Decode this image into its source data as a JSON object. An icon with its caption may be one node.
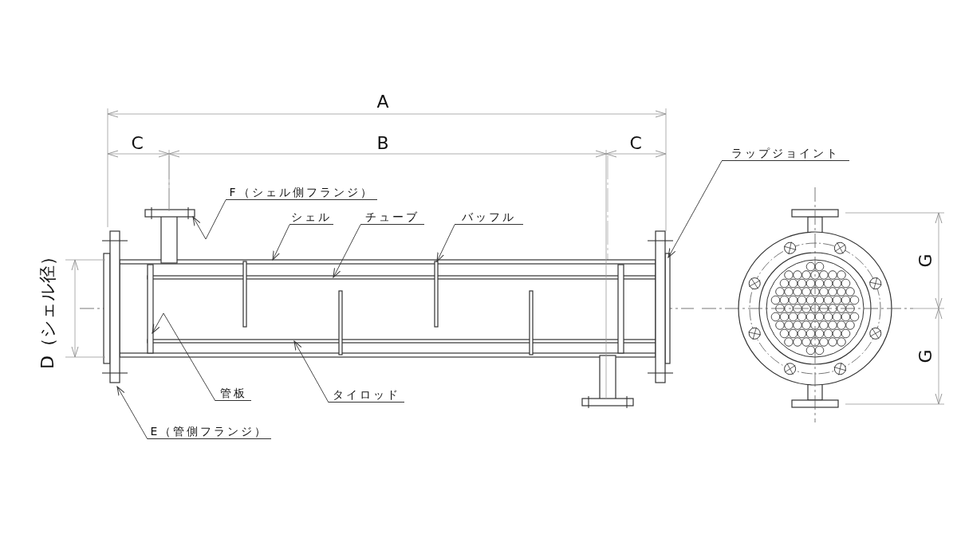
{
  "diagram": {
    "nodes": [
      {
        "text": [
          "ラップジョイント"
        ]
      },
      {
        "text": [
          "F（シェル側フランジ）"
        ]
      },
      {
        "text": [
          "シェル"
        ]
      },
      {
        "text": [
          "チューブ"
        ]
      },
      {
        "text": [
          "バッフル"
        ]
      },
      {
        "text": [
          "管板"
        ]
      },
      {
        "text": [
          "タイロッド"
        ]
      },
      {
        "text": [
          "E（管側フランジ）"
        ]
      }
    ],
    "edges": [
      {
        "from": 0,
        "to": null,
        "arrow": "to"
      },
      {
        "from": 1,
        "to": null,
        "arrow": "to"
      },
      {
        "from": 2,
        "to": null,
        "arrow": "to"
      },
      {
        "from": 3,
        "to": null,
        "arrow": "to"
      },
      {
        "from": 4,
        "to": null,
        "arrow": "to"
      },
      {
        "from": 5,
        "to": null,
        "arrow": "to"
      },
      {
        "from": 6,
        "to": null,
        "arrow": "to"
      },
      {
        "from": 7,
        "to": null,
        "arrow": "to"
      }
    ],
    "labels": [
      "A",
      "C",
      "B",
      "C",
      "D（シェル径）",
      "G",
      "G"
    ]
  }
}
